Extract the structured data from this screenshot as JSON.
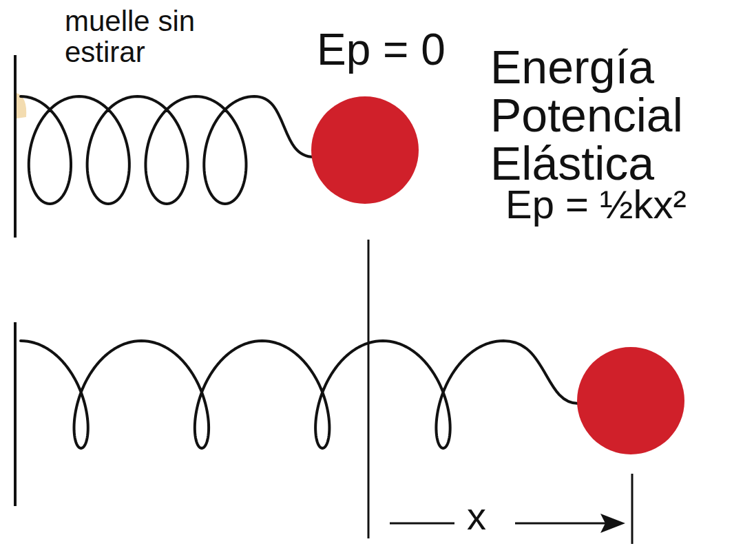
{
  "diagram": {
    "labels": [
      "muelle sin estirar",
      "Ep = 0",
      "Energía Potencial Elástica",
      "Ep = ½kx²",
      "x"
    ]
  }
}
